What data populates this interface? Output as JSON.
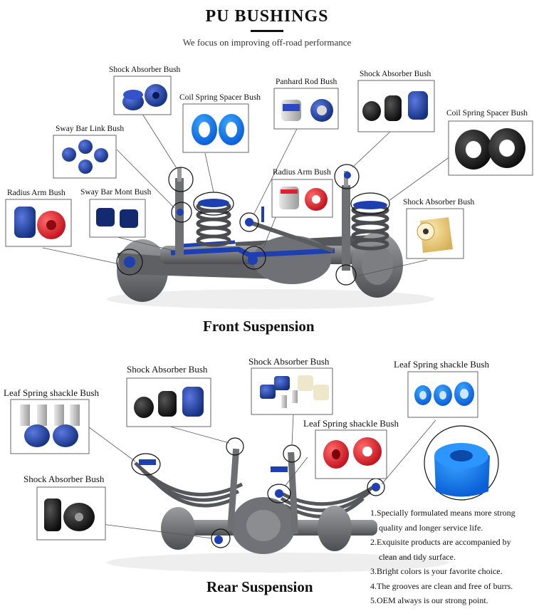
{
  "header": {
    "title": "PU BUSHINGS",
    "subtitle": "We focus on improving off-road performance"
  },
  "front": {
    "section_title": "Front Suspension",
    "labels": {
      "shock_absorber_1": "Shock Absorber Bush",
      "coil_spring_spacer_1": "Coil Spring Spacer Bush",
      "panhard_rod": "Panhard Rod Bush",
      "shock_absorber_2": "Shock Absorber Bush",
      "coil_spring_spacer_2": "Coil Spring Spacer Bush",
      "sway_bar_link": "Sway Bar Link Bush",
      "radius_arm_1": "Radius Arm Bush",
      "sway_bar_mont": "Sway Bar Mont Bush",
      "radius_arm_2": "Radius Arm Bush",
      "shock_absorber_3": "Shock Absorber Bush"
    }
  },
  "rear": {
    "section_title": "Rear Suspension",
    "labels": {
      "shock_absorber_1": "Shock Absorber Bush",
      "shock_absorber_2": "Shock Absorber Bush",
      "leaf_spring_shackle_1": "Leaf Spring shackle Bush",
      "leaf_spring_shackle_2": "Leaf Spring shackle Bush",
      "leaf_spring_shackle_3": "Leaf Spring shackle Bush",
      "shock_absorber_3": "Shock Absorber Bush"
    }
  },
  "features": [
    "1.Specially formulated means more strong",
    "quality and longer service life.",
    "2.Exquisite products are accompanied by",
    "clean and tidy surface.",
    "3.Bright colors is your favorite choice.",
    "4.The grooves are clean and free of burrs.",
    "5.OEM always is our strong point."
  ],
  "colors": {
    "blue": "#1f3fa8",
    "red": "#e0202c",
    "black": "#151515",
    "yellow": "#f0d27a",
    "steel": "#6c6e73"
  }
}
